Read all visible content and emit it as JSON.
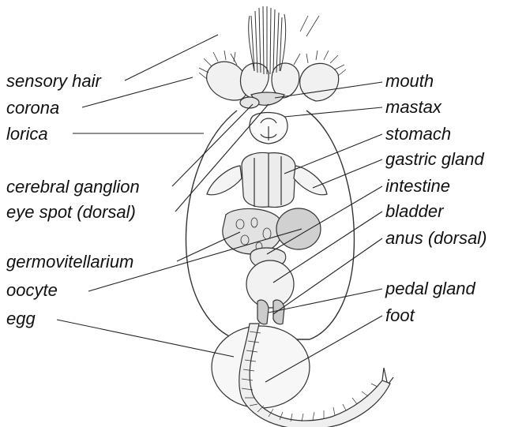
{
  "diagram": {
    "left_labels": [
      {
        "id": "sensory-hair",
        "text": "sensory hair"
      },
      {
        "id": "corona",
        "text": "corona"
      },
      {
        "id": "lorica",
        "text": "lorica"
      },
      {
        "id": "cerebral-ganglion",
        "text": "cerebral ganglion"
      },
      {
        "id": "eye-spot",
        "text": "eye spot (dorsal)"
      },
      {
        "id": "germovitellarium",
        "text": "germovitellarium"
      },
      {
        "id": "oocyte",
        "text": "oocyte"
      },
      {
        "id": "egg",
        "text": "egg"
      }
    ],
    "right_labels": [
      {
        "id": "mouth",
        "text": "mouth"
      },
      {
        "id": "mastax",
        "text": "mastax"
      },
      {
        "id": "stomach",
        "text": "stomach"
      },
      {
        "id": "gastric-gland",
        "text": "gastric gland"
      },
      {
        "id": "intestine",
        "text": "intestine"
      },
      {
        "id": "bladder",
        "text": "bladder"
      },
      {
        "id": "anus",
        "text": "anus (dorsal)"
      },
      {
        "id": "pedal-gland",
        "text": "pedal gland"
      },
      {
        "id": "foot",
        "text": "foot"
      }
    ]
  }
}
